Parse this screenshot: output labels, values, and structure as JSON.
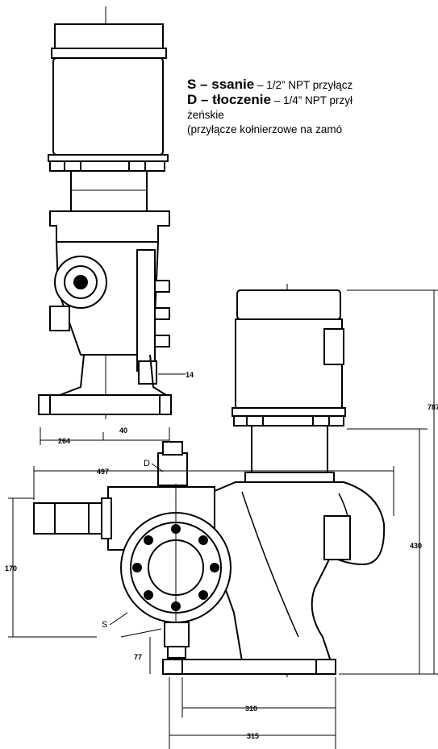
{
  "legend": {
    "suction_code": "S – ssanie",
    "suction_text": "– 1/2” NPT przyłącz",
    "discharge_code": "D – tłoczenie",
    "discharge_text": "– 1/4” NPT przył",
    "female": "żeńskie",
    "flange_note": "(przyłącze kołnierzowe na zamó"
  },
  "labels": {
    "discharge_marker": "D",
    "suction_marker": "S"
  },
  "dimensions": {
    "small_right": "14",
    "base_width": "264",
    "base_half": "40",
    "overall_width": "497",
    "side_height": "170",
    "bottom_small": "77",
    "bottom_mid": "310",
    "bottom_total": "315",
    "motor_height": "430",
    "total_height": "787"
  }
}
